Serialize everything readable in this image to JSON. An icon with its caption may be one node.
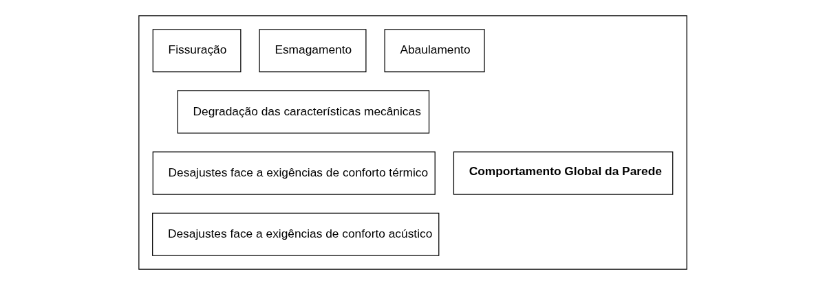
{
  "diagram": {
    "nodes": [
      {
        "text": [],
        "shape": "box"
      },
      {
        "text": [
          "Fissuração"
        ],
        "in": 0
      },
      {
        "text": [
          "Esmagamento"
        ],
        "in": 0
      },
      {
        "text": [
          "Abaulamento"
        ],
        "in": 0
      },
      {
        "text": [
          "Degradação das características mecânicas"
        ],
        "in": 0
      },
      {
        "text": [
          "Desajustes face a exigências de conforto térmico"
        ],
        "in": 0
      },
      {
        "text": [
          "Desajustes face a exigências de conforto acústico"
        ],
        "in": 0
      },
      {
        "text": [
          "Comportamento Global da Parede"
        ],
        "in": 0
      }
    ],
    "edges": []
  }
}
